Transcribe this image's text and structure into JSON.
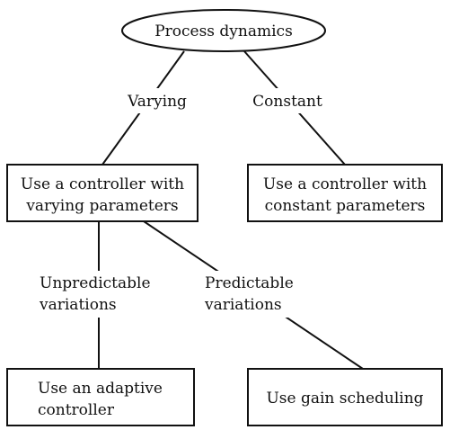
{
  "diagram": {
    "root": {
      "label": "Process dynamics"
    },
    "branches": {
      "varying": {
        "edge_label": "Varying",
        "node_lines": [
          "Use a controller with",
          "varying parameters"
        ]
      },
      "constant": {
        "edge_label": "Constant",
        "node_lines": [
          "Use a controller with",
          "constant parameters"
        ]
      }
    },
    "sub_branches": {
      "unpredictable": {
        "edge_label_lines": [
          "Unpredictable",
          "variations"
        ],
        "node_lines": [
          "Use an adaptive",
          "controller"
        ]
      },
      "predictable": {
        "edge_label_lines": [
          "Predictable",
          "variations"
        ],
        "node_lines": [
          "Use gain scheduling"
        ]
      }
    }
  }
}
